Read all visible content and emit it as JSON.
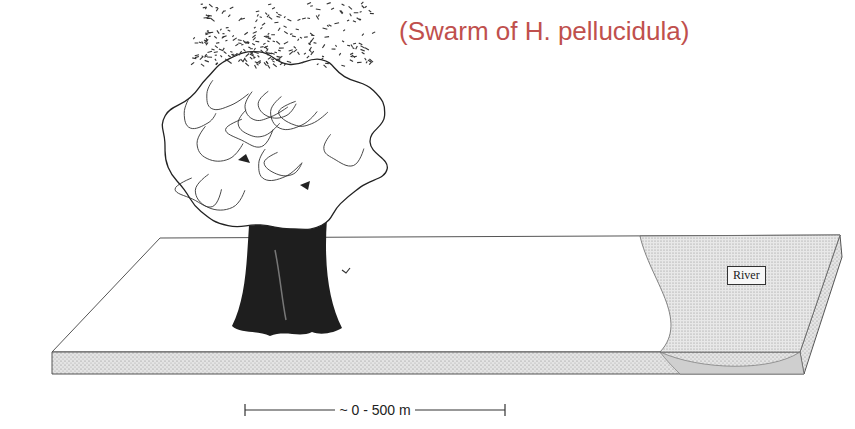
{
  "diagram": {
    "nodes": [
      {
        "text": [
          "River"
        ]
      }
    ],
    "labels": [
      "(Swarm of H. pellucidula)",
      "~ 0 - 500 m"
    ]
  }
}
